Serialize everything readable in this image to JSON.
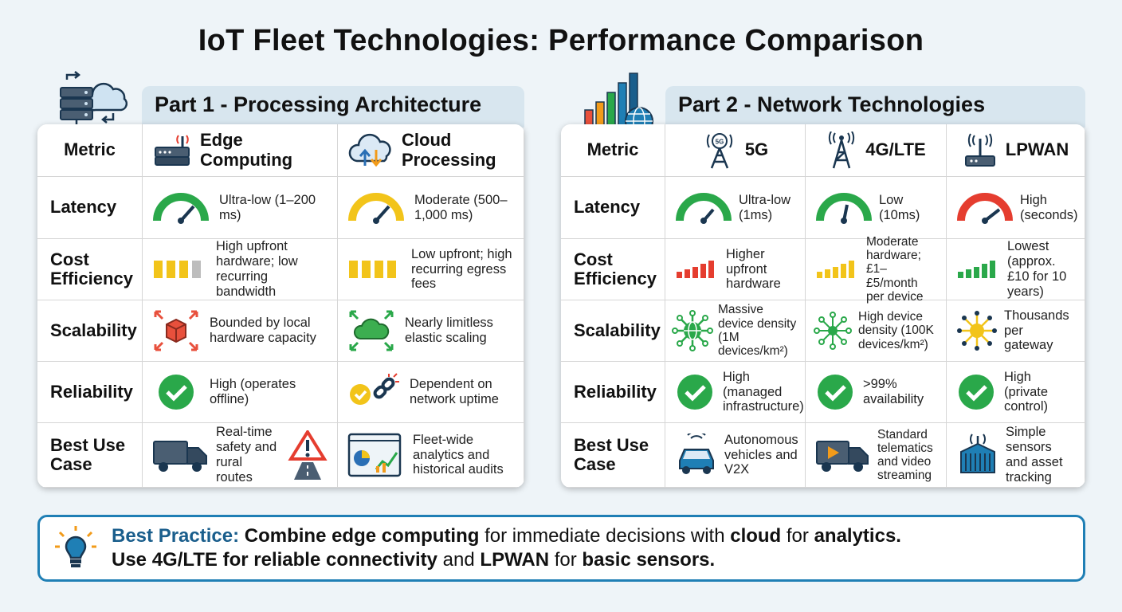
{
  "title": "IoT Fleet Technologies: Performance Comparison",
  "part1": {
    "heading": "Part 1 - Processing Architecture",
    "metric_header": "Metric",
    "columns": [
      "Edge Computing",
      "Cloud Processing"
    ],
    "rows": [
      {
        "label": "Latency",
        "cells": [
          "Ultra-low (1–200 ms)",
          "Moderate (500–1,000 ms)"
        ]
      },
      {
        "label": "Cost Efficiency",
        "cells": [
          "High upfront hardware; low recurring bandwidth",
          "Low upfront; high recurring egress fees"
        ]
      },
      {
        "label": "Scalability",
        "cells": [
          "Bounded by local hardware capacity",
          "Nearly limitless elastic scaling"
        ]
      },
      {
        "label": "Reliability",
        "cells": [
          "High (operates offline)",
          "Dependent on network uptime"
        ]
      },
      {
        "label": "Best Use Case",
        "cells": [
          "Real-time safety and rural routes",
          "Fleet-wide analytics and historical audits"
        ]
      }
    ]
  },
  "part2": {
    "heading": "Part 2 - Network Technologies",
    "metric_header": "Metric",
    "columns": [
      "5G",
      "4G/LTE",
      "LPWAN"
    ],
    "rows": [
      {
        "label": "Latency",
        "cells": [
          "Ultra-low (1ms)",
          "Low (10ms)",
          "High (seconds)"
        ]
      },
      {
        "label": "Cost Efficiency",
        "cells": [
          "Higher upfront hardware",
          "Moderate hardware; £1–£5/month per device",
          "Lowest (approx. £10 for 10 years)"
        ]
      },
      {
        "label": "Scalability",
        "cells": [
          "Massive device density (1M devices/km²)",
          "High device density (100K devices/km²)",
          "Thousands per gateway"
        ]
      },
      {
        "label": "Reliability",
        "cells": [
          "High (managed infrastructure)",
          ">99% availability",
          "High (private control)"
        ]
      },
      {
        "label": "Best Use Case",
        "cells": [
          "Autonomous vehicles and V2X",
          "Standard telematics and video streaming",
          "Simple sensors and asset tracking"
        ]
      }
    ]
  },
  "best_practice": {
    "label": "Best Practice:",
    "s1": "Combine edge computing",
    "s2": " for immediate decisions with ",
    "s3": "cloud",
    "s4": " for ",
    "s5": "analytics.",
    "s6": "Use 4G/LTE for reliable connectivity",
    "s7": " and ",
    "s8": "LPWAN",
    "s9": " for ",
    "s10": "basic sensors."
  },
  "icons": {
    "p1_header": "server-cloud-sync-icon",
    "p2_header": "signal-bars-globe-icon",
    "edge": "router-icon",
    "cloud": "cloud-updown-icon",
    "fiveg": "5g-tower-icon",
    "lte": "cell-tower-icon",
    "lpwan": "gateway-icon",
    "bulb": "lightbulb-icon"
  },
  "colors": {
    "green": "#2aa84a",
    "yellow": "#f2c41a",
    "red": "#e53d2f",
    "blue": "#1f7fb5",
    "tab": "#d8e6ef"
  }
}
